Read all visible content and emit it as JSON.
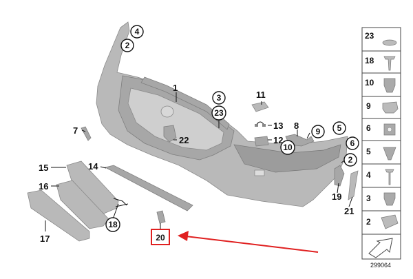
{
  "callouts": {
    "c1": "1",
    "c2a": "2",
    "c2b": "2",
    "c3": "3",
    "c4": "4",
    "c5": "5",
    "c6": "6",
    "c7": "7",
    "c8": "8",
    "c9": "9",
    "c10": "10",
    "c11": "11",
    "c12": "12",
    "c13": "13",
    "c14": "14",
    "c15": "15",
    "c16": "16",
    "c17": "17",
    "c18": "18",
    "c19": "19",
    "c20": "20",
    "c21": "21",
    "c22": "22",
    "c23": "23"
  },
  "side_panel": {
    "items": [
      "23",
      "18",
      "10",
      "9",
      "6",
      "5",
      "4",
      "3",
      "2"
    ]
  },
  "diagram_id": "299064",
  "colors": {
    "highlight": "#e02020",
    "part_fill": "#b9b9b9"
  }
}
